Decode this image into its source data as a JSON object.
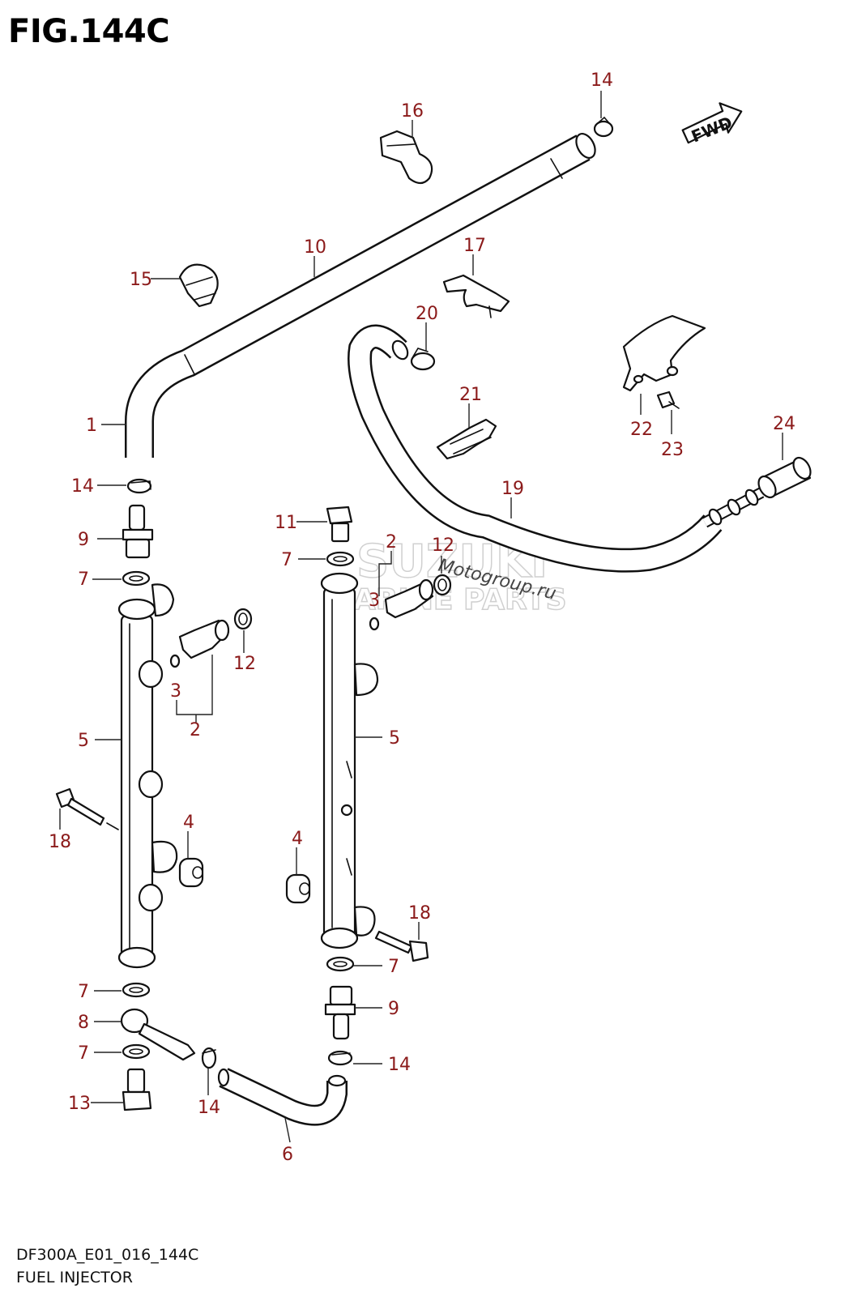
{
  "figure": {
    "title": "FIG.144C",
    "code": "DF300A_E01_016_144C",
    "name": "FUEL INJECTOR"
  },
  "direction_arrow": {
    "label": "FWD",
    "icon": "fwd-arrow-icon"
  },
  "watermark": {
    "line1": "SUZUKI",
    "line2": "MARINE PARTS",
    "line3": "Motogroup.ru"
  },
  "callouts": {
    "c1": "1",
    "c2a": "2",
    "c2b": "2",
    "c3a": "3",
    "c3b": "3",
    "c4a": "4",
    "c4b": "4",
    "c5a": "5",
    "c5b": "5",
    "c6": "6",
    "c7a": "7",
    "c7b": "7",
    "c7c": "7",
    "c7d": "7",
    "c7e": "7",
    "c8": "8",
    "c9a": "9",
    "c9b": "9",
    "c10": "10",
    "c11": "11",
    "c12a": "12",
    "c12b": "12",
    "c13": "13",
    "c14a": "14",
    "c14b": "14",
    "c14c": "14",
    "c14d": "14",
    "c15": "15",
    "c16": "16",
    "c17": "17",
    "c18a": "18",
    "c18b": "18",
    "c19": "19",
    "c20": "20",
    "c21": "21",
    "c22": "22",
    "c23": "23",
    "c24": "24"
  }
}
